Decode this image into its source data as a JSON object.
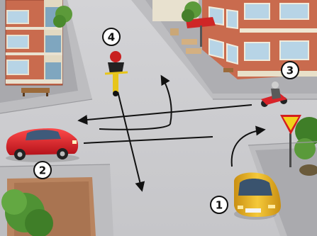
{
  "scene": {
    "description_labels": [
      "1",
      "2",
      "3",
      "4"
    ],
    "colors": {
      "road": "#cfcfd2",
      "sidewalk": "#bfbfc2",
      "building_brick": "#c96b4e",
      "grass": "#6aa84f",
      "arrow": "#111111",
      "car_yellow": "#e8b42a",
      "car_red": "#e0202a",
      "moto_red": "#d8242a",
      "bike_yellow": "#e7c51a",
      "sign_yellow": "#f2d21c",
      "sign_red": "#d41e1e"
    },
    "icons": [
      "yield-sign-icon",
      "tree-icon",
      "awning-icon"
    ]
  }
}
